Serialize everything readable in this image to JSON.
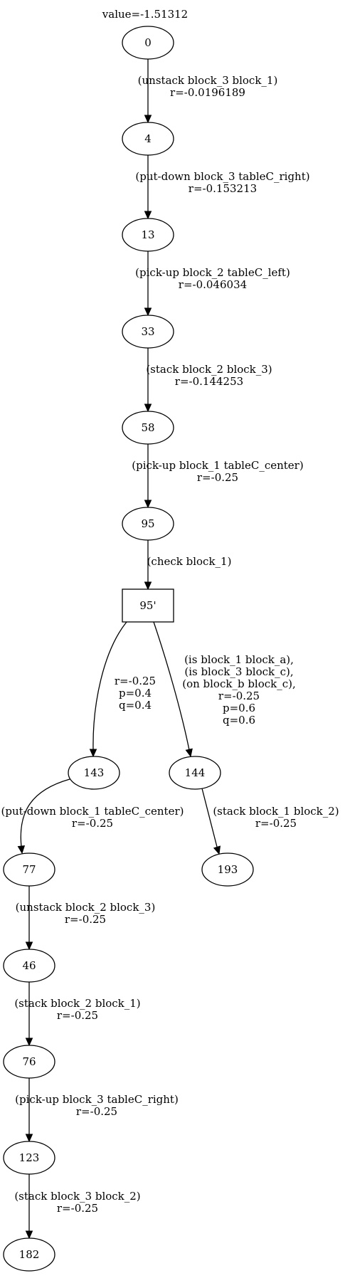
{
  "graph": {
    "title": "value=-1.51312",
    "nodes": [
      {
        "id": "n0",
        "label": "0",
        "shape": "ellipse"
      },
      {
        "id": "n4",
        "label": "4",
        "shape": "ellipse"
      },
      {
        "id": "n13",
        "label": "13",
        "shape": "ellipse"
      },
      {
        "id": "n33",
        "label": "33",
        "shape": "ellipse"
      },
      {
        "id": "n58",
        "label": "58",
        "shape": "ellipse"
      },
      {
        "id": "n95",
        "label": "95",
        "shape": "ellipse"
      },
      {
        "id": "n95p",
        "label": "95'",
        "shape": "box"
      },
      {
        "id": "n143",
        "label": "143",
        "shape": "ellipse"
      },
      {
        "id": "n144",
        "label": "144",
        "shape": "ellipse"
      },
      {
        "id": "n77",
        "label": "77",
        "shape": "ellipse"
      },
      {
        "id": "n193",
        "label": "193",
        "shape": "ellipse"
      },
      {
        "id": "n46",
        "label": "46",
        "shape": "ellipse"
      },
      {
        "id": "n76",
        "label": "76",
        "shape": "ellipse"
      },
      {
        "id": "n123",
        "label": "123",
        "shape": "ellipse"
      },
      {
        "id": "n182",
        "label": "182",
        "shape": "ellipse"
      }
    ],
    "edges": [
      {
        "id": "e0",
        "from": "n0",
        "to": "n4",
        "label": [
          "(unstack block_3 block_1)",
          "r=-0.0196189"
        ]
      },
      {
        "id": "e1",
        "from": "n4",
        "to": "n13",
        "label": [
          "(put-down block_3 tableC_right)",
          "r=-0.153213"
        ]
      },
      {
        "id": "e2",
        "from": "n13",
        "to": "n33",
        "label": [
          "(pick-up block_2 tableC_left)",
          "r=-0.046034"
        ]
      },
      {
        "id": "e3",
        "from": "n33",
        "to": "n58",
        "label": [
          "(stack block_2 block_3)",
          "r=-0.144253"
        ]
      },
      {
        "id": "e4",
        "from": "n58",
        "to": "n95",
        "label": [
          "(pick-up block_1 tableC_center)",
          "r=-0.25"
        ]
      },
      {
        "id": "e5",
        "from": "n95",
        "to": "n95p",
        "label": [
          "(check block_1)"
        ]
      },
      {
        "id": "e6",
        "from": "n95p",
        "to": "n143",
        "label": [
          "r=-0.25",
          "p=0.4",
          "q=0.4"
        ]
      },
      {
        "id": "e7",
        "from": "n95p",
        "to": "n144",
        "label": [
          "(is block_1 block_a),",
          "(is block_3 block_c),",
          "(on block_b block_c),",
          "r=-0.25",
          "p=0.6",
          "q=0.6"
        ]
      },
      {
        "id": "e8",
        "from": "n143",
        "to": "n77",
        "label": [
          "(put-down block_1 tableC_center)",
          "r=-0.25"
        ]
      },
      {
        "id": "e9",
        "from": "n144",
        "to": "n193",
        "label": [
          "(stack block_1 block_2)",
          "r=-0.25"
        ]
      },
      {
        "id": "e10",
        "from": "n77",
        "to": "n46",
        "label": [
          "(unstack block_2 block_3)",
          "r=-0.25"
        ]
      },
      {
        "id": "e11",
        "from": "n46",
        "to": "n76",
        "label": [
          "(stack block_2 block_1)",
          "r=-0.25"
        ]
      },
      {
        "id": "e12",
        "from": "n76",
        "to": "n123",
        "label": [
          "(pick-up block_3 tableC_right)",
          "r=-0.25"
        ]
      },
      {
        "id": "e13",
        "from": "n123",
        "to": "n182",
        "label": [
          "(stack block_3 block_2)",
          "r=-0.25"
        ]
      }
    ]
  }
}
